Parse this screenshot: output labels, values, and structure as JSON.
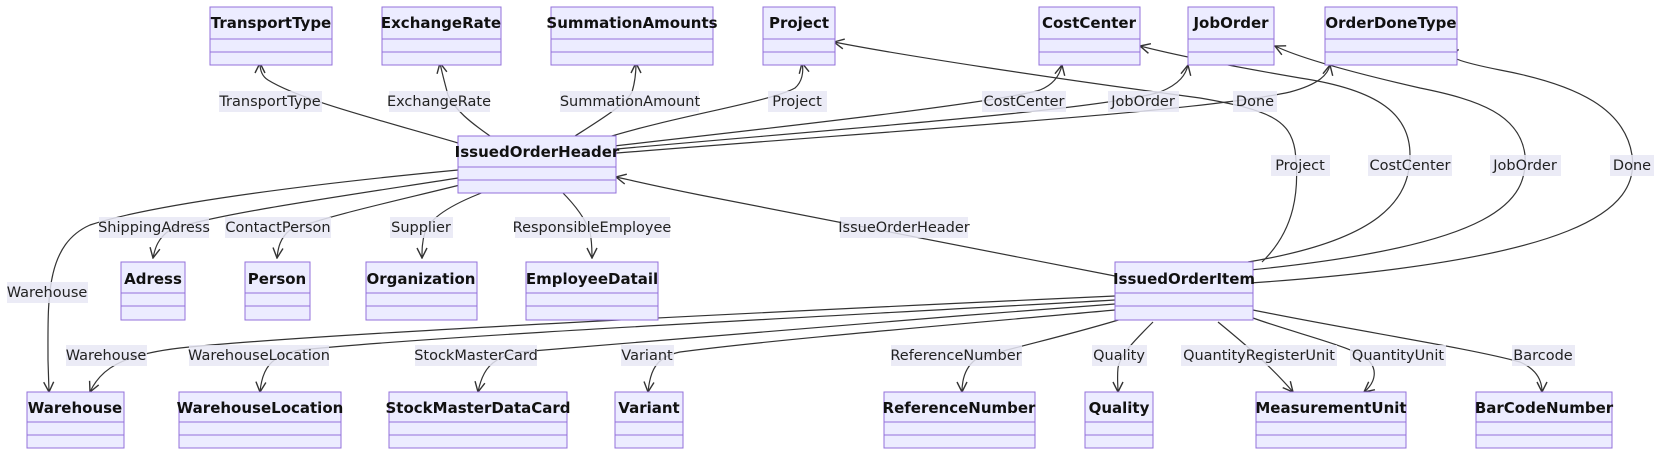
{
  "classes": {
    "transport_type": "TransportType",
    "exchange_rate": "ExchangeRate",
    "summation_amounts": "SummationAmounts",
    "project": "Project",
    "cost_center": "CostCenter",
    "job_order": "JobOrder",
    "order_done_type": "OrderDoneType",
    "issued_order_header": "IssuedOrderHeader",
    "issued_order_item": "IssuedOrderItem",
    "adress": "Adress",
    "person": "Person",
    "organization": "Organization",
    "employee_datail": "EmployeeDatail",
    "warehouse": "Warehouse",
    "warehouse_location": "WarehouseLocation",
    "stock_master_data_card": "StockMasterDataCard",
    "variant": "Variant",
    "reference_number": "ReferenceNumber",
    "quality": "Quality",
    "measurement_unit": "MeasurementUnit",
    "bar_code_number": "BarCodeNumber"
  },
  "relations": {
    "header_transport_type": "TransportType",
    "header_exchange_rate": "ExchangeRate",
    "header_summation_amount": "SummationAmount",
    "header_project": "Project",
    "header_cost_center": "CostCenter",
    "header_job_order": "JobOrder",
    "header_done": "Done",
    "header_shipping_adress": "ShippingAdress",
    "header_contact_person": "ContactPerson",
    "header_supplier": "Supplier",
    "header_responsible_employee": "ResponsibleEmployee",
    "header_warehouse": "Warehouse",
    "item_issue_order_header": "IssueOrderHeader",
    "item_project": "Project",
    "item_cost_center": "CostCenter",
    "item_job_order": "JobOrder",
    "item_done": "Done",
    "item_warehouse": "Warehouse",
    "item_warehouse_location": "WarehouseLocation",
    "item_stock_master_card": "StockMasterCard",
    "item_variant": "Variant",
    "item_reference_number": "ReferenceNumber",
    "item_quality": "Quality",
    "item_quantity_register_unit": "QuantityRegisterUnit",
    "item_quantity_unit": "QuantityUnit",
    "item_barcode": "Barcode"
  }
}
